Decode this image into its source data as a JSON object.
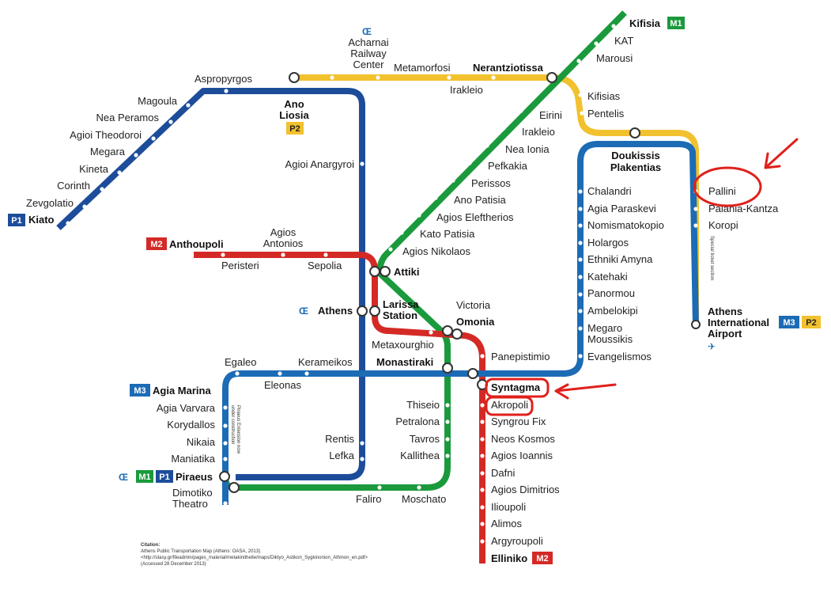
{
  "colors": {
    "m1": "#1a9a3c",
    "m2": "#d42a26",
    "m3": "#1c6bb5",
    "suburban": "#f2c12e",
    "p1": "#1d4d9a",
    "annotation": "#e0201b",
    "interchange_icon": "#e8731c"
  },
  "lines": {
    "m1": "M1",
    "m2": "M2",
    "m3": "M3",
    "p1": "P1",
    "p2": "P2"
  },
  "stations": {
    "kifisia": "Kifisia",
    "kat": "KAT",
    "marousi": "Marousi",
    "nerantziotissa": "Nerantziotissa",
    "irakleio_s": "Irakleio",
    "metamorfosi": "Metamorfosi",
    "acharnai": [
      "Acharnai",
      "Railway",
      "Center"
    ],
    "aspropyrgos": "Aspropyrgos",
    "ano_liosia": [
      "Ano",
      "Liosia"
    ],
    "magoula": "Magoula",
    "nea_peramos": "Nea Peramos",
    "agioi_theodoroi": "Agioi Theodoroi",
    "megara": "Megara",
    "kineta": "Kineta",
    "corinth": "Corinth",
    "zevgolatio": "Zevgolatio",
    "kiato": "Kiato",
    "kifisias": "Kifisias",
    "pentelis": "Pentelis",
    "eirini": "Eirini",
    "irakleio": "Irakleio",
    "nea_ionia": "Nea Ionia",
    "pefkakia": "Pefkakia",
    "perissos": "Perissos",
    "ano_patisia": "Ano Patisia",
    "agios_eleftherios": "Agios Eleftherios",
    "kato_patisia": "Kato Patisia",
    "agios_nikolaos": "Agios Nikolaos",
    "attiki": "Attiki",
    "agioi_anargyroi": "Agioi Anargyroi",
    "doukissis": [
      "Doukissis",
      "Plakentias"
    ],
    "chalandri": "Chalandri",
    "agia_paraskevi": "Agia Paraskevi",
    "nomismatokopio": "Nomismatokopio",
    "holargos": "Holargos",
    "ethniki_amyna": "Ethniki Amyna",
    "katehaki": "Katehaki",
    "panormou": "Panormou",
    "ambelokipi": "Ambelokipi",
    "megaro": [
      "Megaro",
      "Moussikis"
    ],
    "evangelismos": "Evangelismos",
    "pallini": "Pallini",
    "paiania": "Paiania-Kantza",
    "koropi": "Koropi",
    "airport": [
      "Athens",
      "International",
      "Airport"
    ],
    "anthoupoli": "Anthoupoli",
    "agios_antonios": [
      "Agios",
      "Antonios"
    ],
    "peristeri": "Peristeri",
    "sepolia": "Sepolia",
    "athens": "Athens",
    "larissa": [
      "Larissa",
      "Station"
    ],
    "victoria": "Victoria",
    "omonia": "Omonia",
    "metaxourghio": "Metaxourghio",
    "monastiraki": "Monastiraki",
    "panepistimio": "Panepistimio",
    "syntagma": "Syntagma",
    "akropoli": "Akropoli",
    "syngrou": "Syngrou Fix",
    "neos_kosmos": "Neos Kosmos",
    "agios_ioannis": "Agios Ioannis",
    "dafni": "Dafni",
    "agios_dimitrios": "Agios Dimitrios",
    "ilioupoli": "Ilioupoli",
    "alimos": "Alimos",
    "argyroupoli": "Argyroupoli",
    "elliniko": "Elliniko",
    "egaleo": "Egaleo",
    "kerameikos": "Kerameikos",
    "eleonas": "Eleonas",
    "agia_marina": "Agia Marina",
    "agia_varvara": "Agia Varvara",
    "korydallos": "Korydallos",
    "nikaia": "Nikaia",
    "maniatika": "Maniatika",
    "piraeus": "Piraeus",
    "dimotiko": [
      "Dimotiko",
      "Theatro"
    ],
    "faliro": "Faliro",
    "moschato": "Moschato",
    "kallithea": "Kallithea",
    "tavros": "Tavros",
    "petralona": "Petralona",
    "thiseio": "Thiseio",
    "rentis": "Rentis",
    "lefka": "Lefka"
  },
  "notes": {
    "special_ticket": "Special ticket section",
    "piraeus_ext": [
      "Piraeus Extension now",
      "under construction"
    ]
  },
  "citation": [
    "Citation:",
    "Athens Public Transportation Map (Athens: OASA, 2013)",
    "<http://stasy.gr/fileadmin/pages_material/metakinitheite/maps/Diktyo_Astikon_Sygkinonion_Athinon_en.pdf>",
    "(Accessed 28 December 2013)"
  ],
  "icons": {
    "railway": "oe-railway-logo",
    "airport": "airplane-icon",
    "annotation": "red-arrow-icon"
  }
}
